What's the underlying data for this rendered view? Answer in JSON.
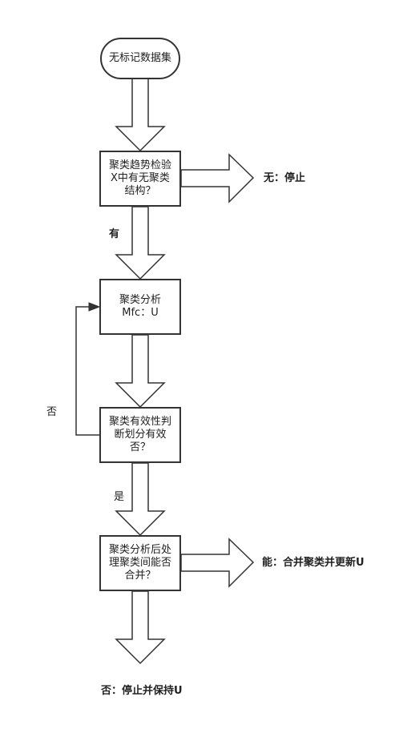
{
  "diagram": {
    "nodes": {
      "start": "无标记数据集",
      "tendency": "聚类趋势检验\nX中有无聚类\n结构？",
      "analysis": "聚类分析\nMfc：U",
      "validity": "聚类有效性判\n断划分有效\n否？",
      "postprocess": "聚类分析后处\n理聚类间能否\n合并？"
    },
    "labels": {
      "no_stop": "无：停止",
      "has": "有",
      "no_loop": "否",
      "yes": "是",
      "can_merge": "能：合并聚类并更新U",
      "cannot_merge": "否：停止并保持U"
    },
    "colors": {
      "stroke": "#333333",
      "fill": "#ffffff",
      "text": "#222222"
    }
  }
}
